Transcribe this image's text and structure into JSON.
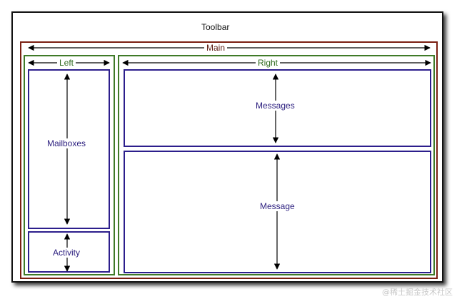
{
  "labels": {
    "toolbar": "Toolbar",
    "main": "Main",
    "left": "Left",
    "right": "Right",
    "mailboxes": "Mailboxes",
    "activity": "Activity",
    "messages": "Messages",
    "message": "Message"
  },
  "watermark": "@稀土掘金技术社区",
  "colors": {
    "window_border": "#111111",
    "main_border": "#7a1f12",
    "section_border": "#3f7a28",
    "pane_border": "#2c1e8c"
  }
}
